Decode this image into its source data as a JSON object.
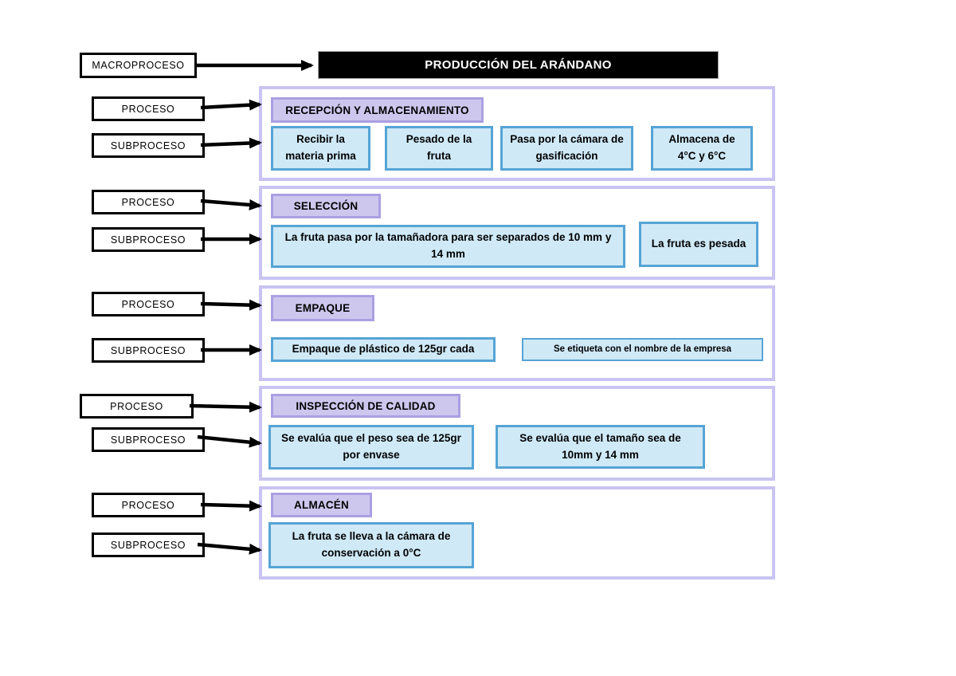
{
  "diagram": {
    "macroprocess_label": "MACROPROCESO",
    "process_label": "PROCESO",
    "subprocess_label": "SUBPROCESO",
    "title": "PRODUCCIÓN DEL ARÁNDANO"
  },
  "colors": {
    "banner_bg": "#000000",
    "banner_text": "#ffffff",
    "section_border": "#c9c4f1",
    "process_title_fill": "#cdc7ee",
    "process_title_border": "#ab9fe2",
    "subprocess_fill": "#cfe9f7",
    "subprocess_border": "#56a4d5",
    "arrow": "#000000"
  },
  "sections": [
    {
      "title": "RECEPCIÓN Y ALMACENAMIENTO",
      "subprocesses": [
        "Recibir la materia prima",
        "Pesado de la fruta",
        "Pasa por la cámara de gasificación",
        "Almacena de 4°C y 6°C"
      ]
    },
    {
      "title": "SELECCIÓN",
      "subprocesses": [
        "La fruta pasa por la tamañadora para ser separados de 10 mm y 14 mm",
        "La fruta es pesada"
      ]
    },
    {
      "title": "EMPAQUE",
      "subprocesses": [
        "Empaque de plástico de 125gr cada",
        "Se etiqueta con el nombre de la empresa"
      ]
    },
    {
      "title": "INSPECCIÓN DE CALIDAD",
      "subprocesses": [
        "Se evalúa que el peso sea de 125gr por envase",
        "Se evalúa que el tamaño sea de 10mm y 14 mm"
      ]
    },
    {
      "title": "ALMACÉN",
      "subprocesses": [
        "La fruta se lleva a la cámara de conservación a 0°C"
      ]
    }
  ]
}
